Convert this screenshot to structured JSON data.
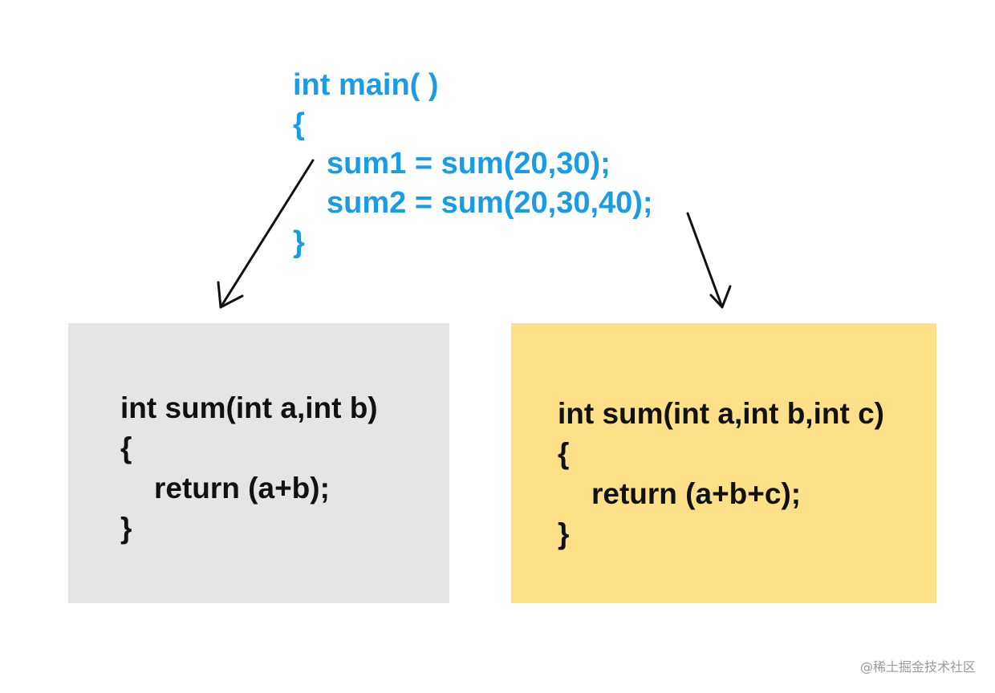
{
  "main_block": {
    "lines": [
      "int main( )",
      "{",
      "sum1 = sum(20,30);",
      "sum2 = sum(20,30,40);",
      "}"
    ],
    "color": "#1a9be6"
  },
  "left_box": {
    "lines": [
      "int sum(int a,int b)",
      "{",
      "return (a+b);",
      "}"
    ],
    "background": "#e5e5e5"
  },
  "right_box": {
    "lines": [
      "int sum(int a,int b,int c)",
      "{",
      "return (a+b+c);",
      "}"
    ],
    "background": "#fde088"
  },
  "watermark": "@稀土掘金技术社区"
}
